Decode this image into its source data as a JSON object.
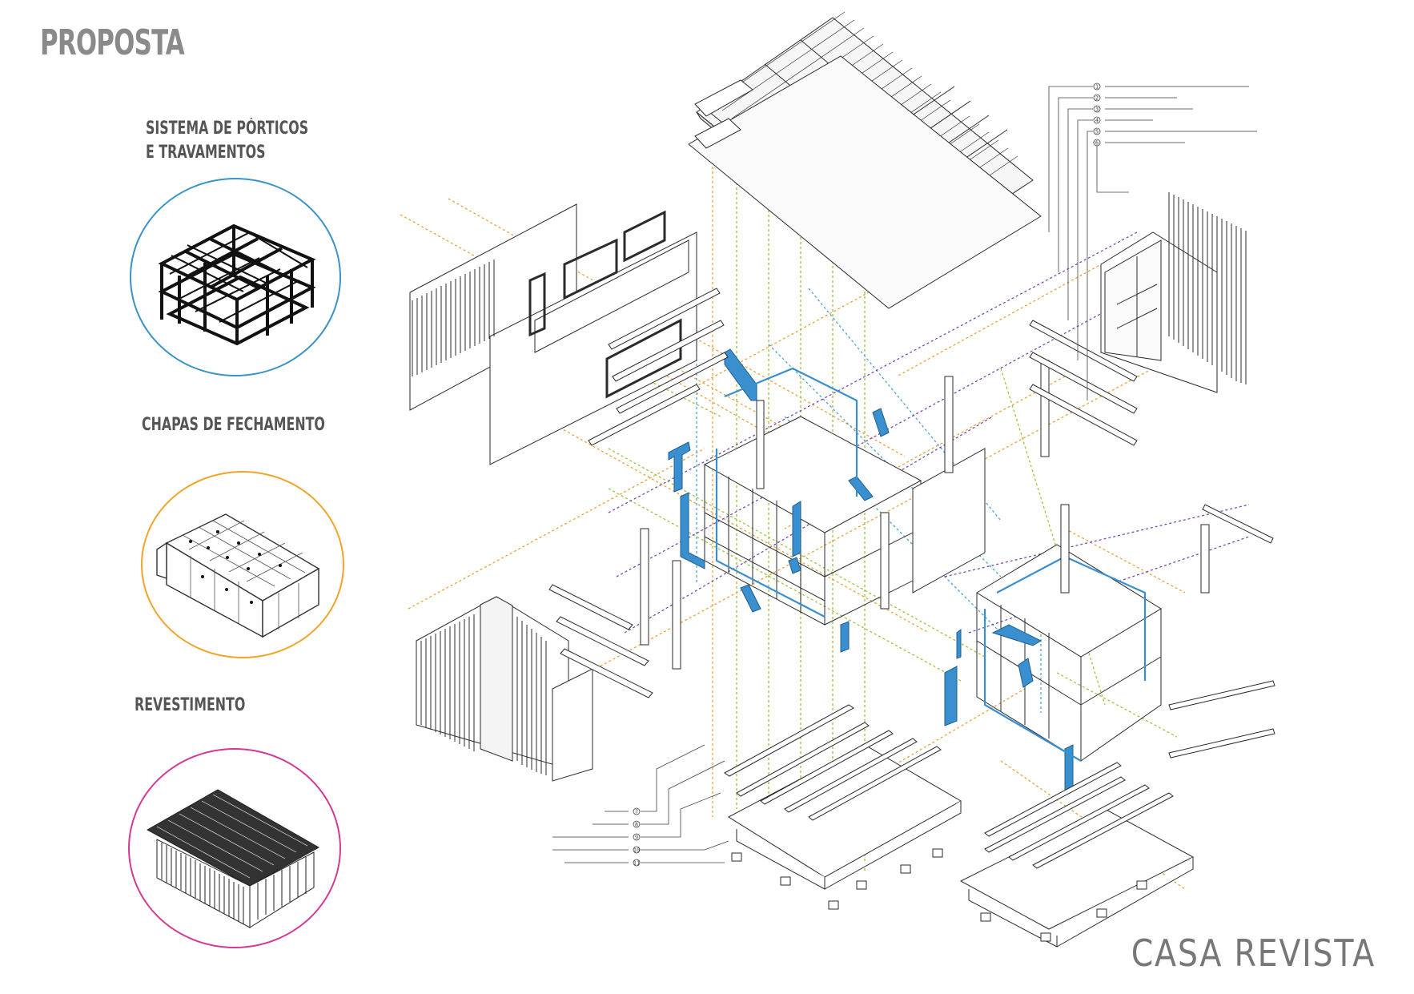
{
  "title": "PROPOSTA",
  "legend": {
    "item1_line1": "SISTEMA DE PÓRTICOS",
    "item1_line2": "E TRAVAMENTOS",
    "item2": "CHAPAS DE FECHAMENTO",
    "item3": "REVESTIMENTO",
    "colors": {
      "porticos": "#3a93c9",
      "chapas": "#f0a52a",
      "revestimento": "#d23b93"
    }
  },
  "brand": "CASA REVISTA",
  "callouts_top_right": [
    "1",
    "2",
    "3",
    "4",
    "5",
    "6"
  ],
  "callouts_bottom_left": [
    "7",
    "8",
    "9",
    "10",
    "11"
  ],
  "colors": {
    "guide_orange": "#e8a33a",
    "guide_green": "#9cc43a",
    "guide_blue": "#4fa3d8",
    "guide_purple": "#7a4bb5",
    "line": "#2b2b2b",
    "highlight": "#3a8fcf"
  }
}
